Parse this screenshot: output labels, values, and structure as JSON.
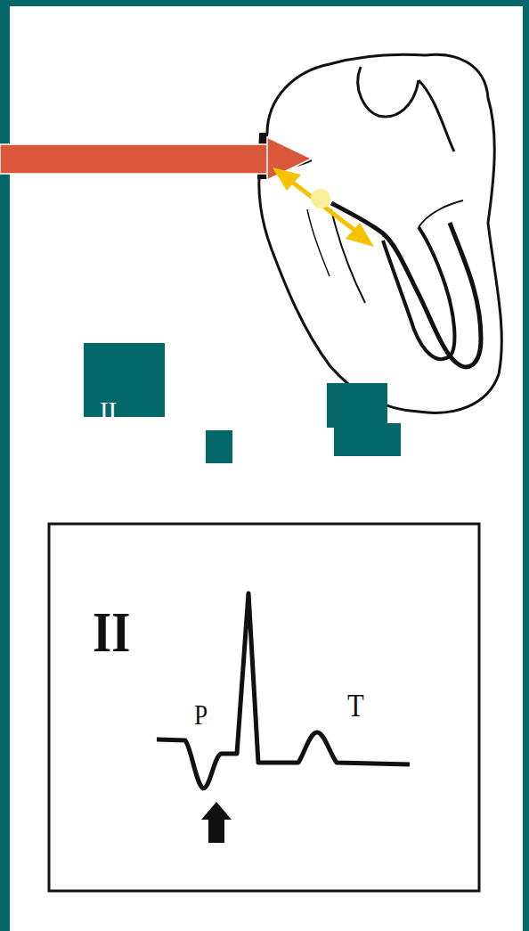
{
  "diagram": {
    "labels": [
      "II",
      "II",
      "P",
      "T"
    ]
  }
}
